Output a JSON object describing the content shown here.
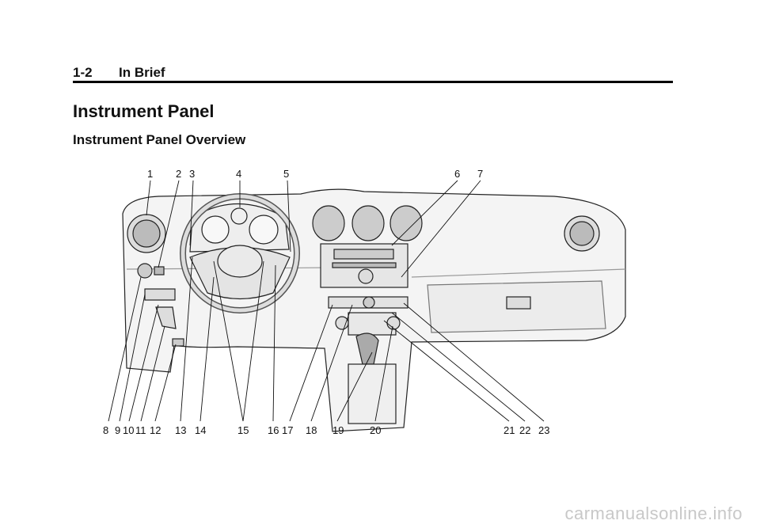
{
  "header": {
    "page_number": "1-2",
    "section": "In Brief"
  },
  "title": "Instrument Panel",
  "subtitle": "Instrument Panel Overview",
  "figure": {
    "callouts_top": [
      "1",
      "2",
      "3",
      "4",
      "5",
      "6",
      "7"
    ],
    "callouts_bottom": [
      "8",
      "9",
      "10",
      "11",
      "12",
      "13",
      "14",
      "15",
      "16",
      "17",
      "18",
      "19",
      "20",
      "21",
      "22",
      "23"
    ]
  },
  "footer": {
    "watermark": "carmanualsonline.info"
  }
}
